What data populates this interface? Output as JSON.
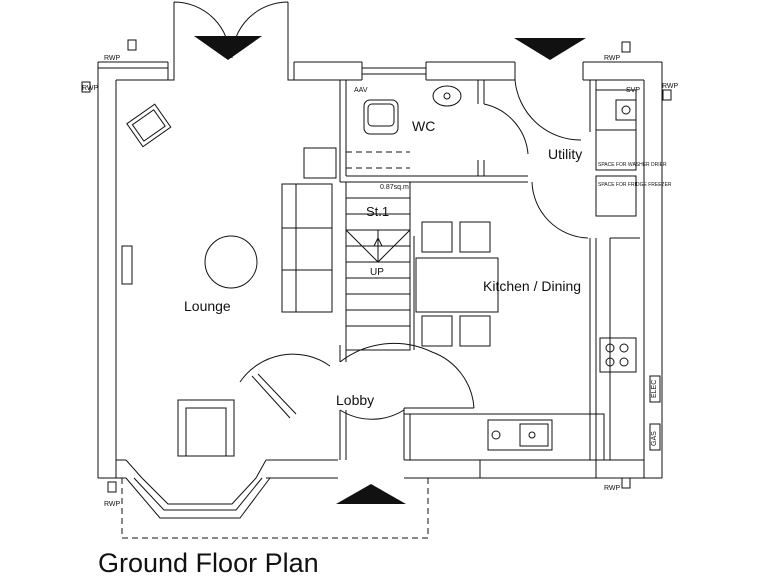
{
  "title": "Ground Floor Plan",
  "rooms": {
    "lounge": "Lounge",
    "wc": "WC",
    "utility": "Utility",
    "kitchen_dining": "Kitchen / Dining",
    "lobby": "Lobby",
    "store": "St.1",
    "store_area": "0.87sq.m",
    "stairs_up": "UP"
  },
  "labels": {
    "rwp": "RWP",
    "svp": "SVP",
    "aav": "AAV",
    "elec": "ELEC",
    "gas": "GAS",
    "washer_space": "SPACE FOR WASHER DRIER",
    "fridge_space": "SPACE FOR FRIDGE FREEZER"
  }
}
